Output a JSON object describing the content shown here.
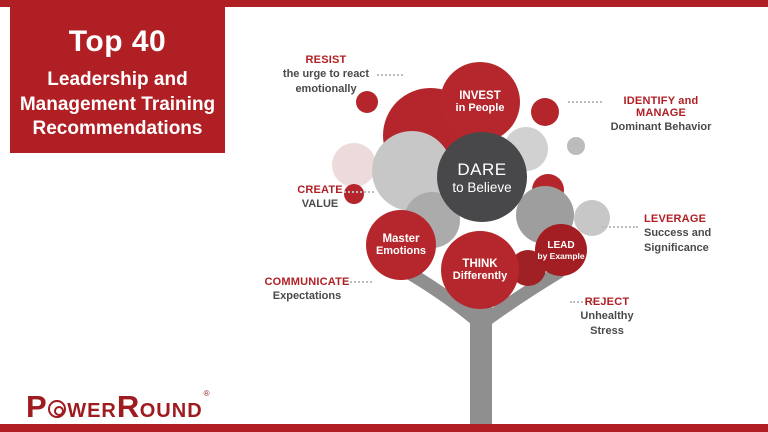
{
  "banner": {
    "title": "Top 40",
    "subtitle": "Leadership and\nManagement Training\nRecommendations"
  },
  "tree": {
    "center": {
      "line1": "DARE",
      "line2": "to Believe"
    },
    "bubbles": {
      "invest": {
        "line1": "INVEST",
        "line2": "in People"
      },
      "master": {
        "line1": "Master",
        "line2": "Emotions"
      },
      "think": {
        "line1": "THINK",
        "line2": "Differently"
      },
      "lead": {
        "line1": "LEAD",
        "line2": "by Example"
      }
    }
  },
  "callouts": {
    "resist": {
      "title": "RESIST",
      "sub": "the urge to react\nemotionally"
    },
    "identify": {
      "title": "IDENTIFY and MANAGE",
      "sub": "Dominant Behavior"
    },
    "create": {
      "title": "CREATE",
      "sub": "VALUE"
    },
    "leverage": {
      "title": "LEVERAGE",
      "sub": "Success and\nSignificance"
    },
    "communicate": {
      "title": "COMMUNICATE",
      "sub": "Expectations"
    },
    "reject": {
      "title": "REJECT",
      "sub": "Unhealthy\nStress"
    }
  },
  "logo": {
    "p": "P",
    "ower": "WER",
    "r": "R",
    "ound": "OUND",
    "reg": "®"
  },
  "colors": {
    "red": "#b01f24",
    "bubble_red": "#b5272c",
    "dark_circle": "#48484b",
    "gray": "#9e9e9e",
    "light_gray": "#c8c7c7",
    "trunk": "#8f8f8f"
  }
}
